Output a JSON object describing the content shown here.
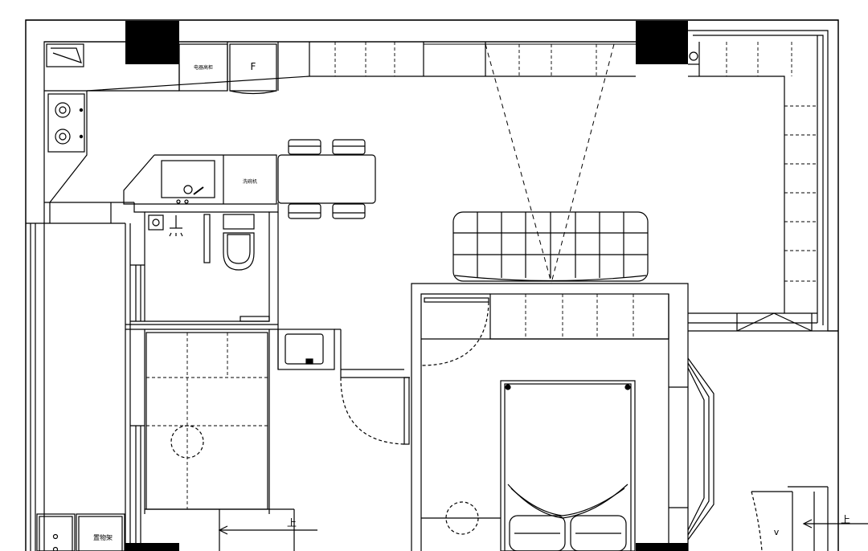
{
  "plan": {
    "line_color": "#000000",
    "fill_color": "#ffffff",
    "column_color": "#000000"
  },
  "labels": {
    "fridge": "F",
    "appliance_left": "电器高柜",
    "appliance_sink": "洗碗机",
    "cabinet_bottom": "置物架",
    "stair_up_left": "上",
    "stair_up_right": "上",
    "arrow_tick": "v"
  }
}
